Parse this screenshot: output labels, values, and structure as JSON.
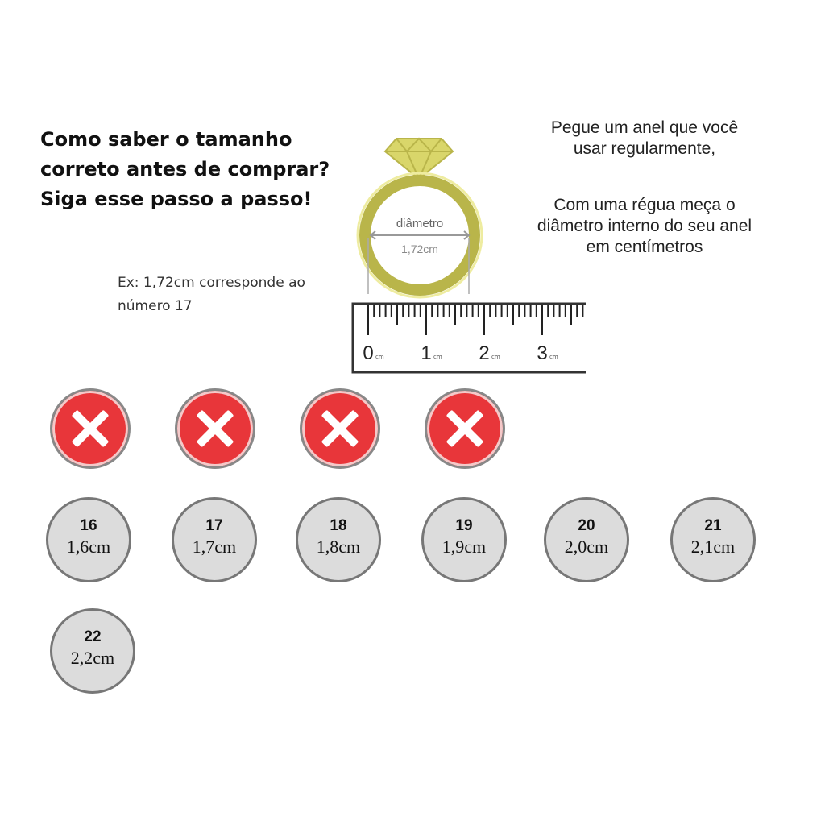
{
  "title_lines": [
    "Como saber o tamanho",
    "correto antes de comprar?",
    "Siga esse passo a passo!"
  ],
  "instructions": {
    "step1": [
      "Pegue um anel que você",
      "usar regularmente,"
    ],
    "step2": [
      "Com uma régua meça o",
      "diâmetro interno do seu anel",
      "em centímetros"
    ]
  },
  "example": [
    "Ex: 1,72cm corresponde ao",
    "número 17"
  ],
  "ring": {
    "label": "diâmetro",
    "value": "1,72cm",
    "color": "#b9b54a"
  },
  "ruler": {
    "labels": [
      "0",
      "1",
      "2",
      "3"
    ],
    "unit": "cm"
  },
  "wrong_marks": 4,
  "sizes": [
    {
      "number": "16",
      "diameter": "1,6cm"
    },
    {
      "number": "17",
      "diameter": "1,7cm"
    },
    {
      "number": "18",
      "diameter": "1,8cm"
    },
    {
      "number": "19",
      "diameter": "1,9cm"
    },
    {
      "number": "20",
      "diameter": "2,0cm"
    },
    {
      "number": "21",
      "diameter": "2,1cm"
    },
    {
      "number": "22",
      "diameter": "2,2cm"
    }
  ]
}
